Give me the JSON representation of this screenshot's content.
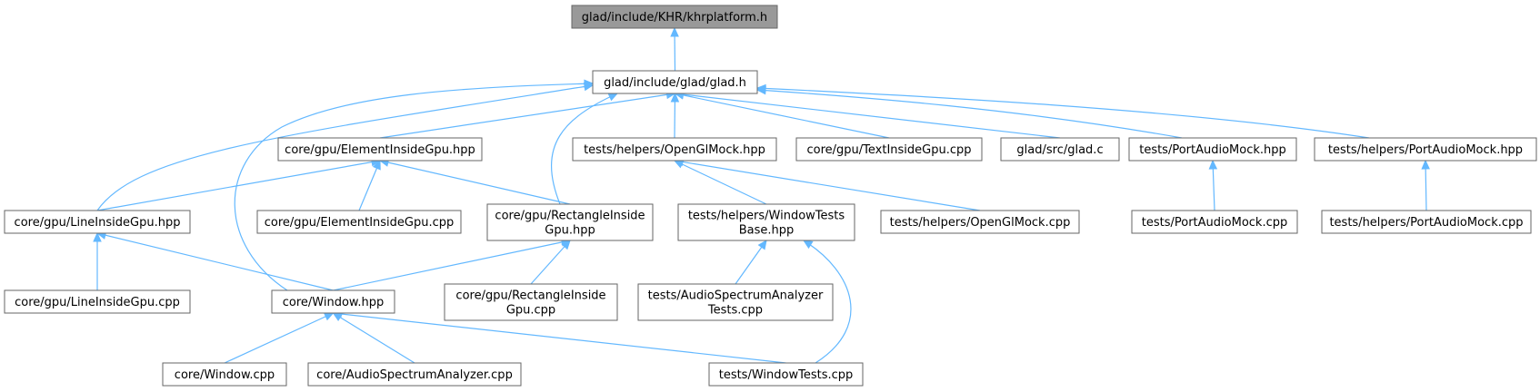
{
  "nodes": {
    "khrplatform": {
      "lines": [
        "glad/include/KHR/khrplatform.h"
      ],
      "root": true
    },
    "glad_h": {
      "lines": [
        "glad/include/glad/glad.h"
      ]
    },
    "elementinside_hpp": {
      "lines": [
        "core/gpu/ElementInsideGpu.hpp"
      ]
    },
    "opengl_mock_hpp": {
      "lines": [
        "tests/helpers/OpenGlMock.hpp"
      ]
    },
    "textinside_cpp": {
      "lines": [
        "core/gpu/TextInsideGpu.cpp"
      ]
    },
    "glad_c": {
      "lines": [
        "glad/src/glad.c"
      ]
    },
    "portaudio_mock_hpp": {
      "lines": [
        "tests/PortAudioMock.hpp"
      ]
    },
    "helpers_portaudio_mock_hpp": {
      "lines": [
        "tests/helpers/PortAudioMock.hpp"
      ]
    },
    "lineinside_hpp": {
      "lines": [
        "core/gpu/LineInsideGpu.hpp"
      ]
    },
    "elementinside_cpp": {
      "lines": [
        "core/gpu/ElementInsideGpu.cpp"
      ]
    },
    "rectangleinside_hpp": {
      "lines": [
        "core/gpu/RectangleInside",
        "Gpu.hpp"
      ]
    },
    "windowtests_base_hpp": {
      "lines": [
        "tests/helpers/WindowTests",
        "Base.hpp"
      ]
    },
    "opengl_mock_cpp": {
      "lines": [
        "tests/helpers/OpenGlMock.cpp"
      ]
    },
    "portaudio_mock_cpp": {
      "lines": [
        "tests/PortAudioMock.cpp"
      ]
    },
    "helpers_portaudio_mock_cpp": {
      "lines": [
        "tests/helpers/PortAudioMock.cpp"
      ]
    },
    "lineinside_cpp": {
      "lines": [
        "core/gpu/LineInsideGpu.cpp"
      ]
    },
    "window_hpp": {
      "lines": [
        "core/Window.hpp"
      ]
    },
    "rectangleinside_cpp": {
      "lines": [
        "core/gpu/RectangleInside",
        "Gpu.cpp"
      ]
    },
    "audiospectrum_tests_cpp": {
      "lines": [
        "tests/AudioSpectrumAnalyzer",
        "Tests.cpp"
      ]
    },
    "window_cpp": {
      "lines": [
        "core/Window.cpp"
      ]
    },
    "audiospectrum_cpp": {
      "lines": [
        "core/AudioSpectrumAnalyzer.cpp"
      ]
    },
    "windowtests_cpp": {
      "lines": [
        "tests/WindowTests.cpp"
      ]
    }
  },
  "edges": [
    {
      "from": "glad_h",
      "to": "khrplatform"
    },
    {
      "from": "elementinside_hpp",
      "to": "glad_h"
    },
    {
      "from": "opengl_mock_hpp",
      "to": "glad_h"
    },
    {
      "from": "textinside_cpp",
      "to": "glad_h"
    },
    {
      "from": "glad_c",
      "to": "glad_h"
    },
    {
      "from": "portaudio_mock_hpp",
      "to": "glad_h"
    },
    {
      "from": "helpers_portaudio_mock_hpp",
      "to": "glad_h"
    },
    {
      "from": "lineinside_hpp",
      "to": "glad_h"
    },
    {
      "from": "window_hpp",
      "to": "glad_h"
    },
    {
      "from": "rectangleinside_hpp",
      "to": "glad_h"
    },
    {
      "from": "lineinside_hpp",
      "to": "elementinside_hpp"
    },
    {
      "from": "elementinside_cpp",
      "to": "elementinside_hpp"
    },
    {
      "from": "rectangleinside_hpp",
      "to": "elementinside_hpp"
    },
    {
      "from": "windowtests_base_hpp",
      "to": "opengl_mock_hpp"
    },
    {
      "from": "opengl_mock_cpp",
      "to": "opengl_mock_hpp"
    },
    {
      "from": "portaudio_mock_cpp",
      "to": "portaudio_mock_hpp"
    },
    {
      "from": "helpers_portaudio_mock_cpp",
      "to": "helpers_portaudio_mock_hpp"
    },
    {
      "from": "lineinside_cpp",
      "to": "lineinside_hpp"
    },
    {
      "from": "window_hpp",
      "to": "lineinside_hpp"
    },
    {
      "from": "window_hpp",
      "to": "rectangleinside_hpp"
    },
    {
      "from": "rectangleinside_cpp",
      "to": "rectangleinside_hpp"
    },
    {
      "from": "audiospectrum_tests_cpp",
      "to": "windowtests_base_hpp"
    },
    {
      "from": "windowtests_cpp",
      "to": "windowtests_base_hpp"
    },
    {
      "from": "window_cpp",
      "to": "window_hpp"
    },
    {
      "from": "audiospectrum_cpp",
      "to": "window_hpp"
    },
    {
      "from": "windowtests_cpp",
      "to": "window_hpp"
    }
  ],
  "colors": {
    "edge": "#63b8ff",
    "root_fill": "#999999",
    "node_border": "#666666"
  }
}
